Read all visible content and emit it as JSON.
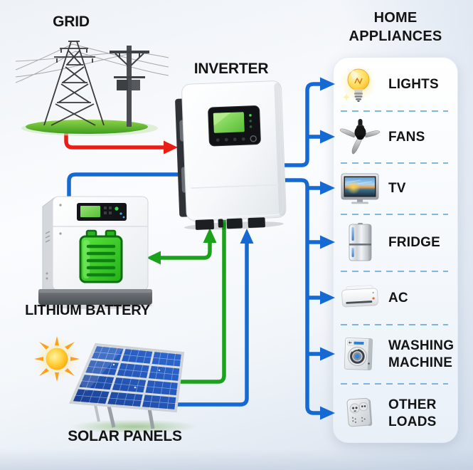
{
  "colors": {
    "line_red": "#ea1d15",
    "line_blue": "#1569d3",
    "line_green": "#1aa21a",
    "divider_blue": "#5aa6e6",
    "text_dark": "#141414",
    "panel_bg": "#ffffff"
  },
  "nodes": {
    "grid": {
      "label": "GRID"
    },
    "inverter": {
      "label": "INVERTER"
    },
    "battery": {
      "label": "LITHIUM BATTERY"
    },
    "solar": {
      "label": "SOLAR PANELS"
    }
  },
  "appliances": {
    "title": "HOME APPLIANCES",
    "items": [
      {
        "label": "LIGHTS",
        "icon": "light-bulb-icon"
      },
      {
        "label": "FANS",
        "icon": "ceiling-fan-icon"
      },
      {
        "label": "TV",
        "icon": "tv-icon"
      },
      {
        "label": "FRIDGE",
        "icon": "fridge-icon"
      },
      {
        "label": "AC",
        "icon": "air-conditioner-icon"
      },
      {
        "label": "WASHING MACHINE",
        "icon": "washing-machine-icon"
      },
      {
        "label": "OTHER LOADS",
        "icon": "power-socket-icon"
      }
    ]
  },
  "connections": [
    {
      "from": "GRID",
      "to": "INVERTER",
      "color": "red"
    },
    {
      "from": "INVERTER",
      "to": "LITHIUM BATTERY",
      "color": "blue"
    },
    {
      "from": "LITHIUM BATTERY",
      "to": "INVERTER",
      "color": "green",
      "bidirectional": true
    },
    {
      "from": "SOLAR PANELS",
      "to": "INVERTER",
      "color": "green"
    },
    {
      "from": "SOLAR PANELS",
      "to": "INVERTER",
      "color": "blue"
    },
    {
      "from": "INVERTER",
      "to": "HOME APPLIANCES",
      "color": "blue",
      "targets": [
        "LIGHTS",
        "FANS",
        "TV",
        "FRIDGE",
        "AC",
        "WASHING MACHINE",
        "OTHER LOADS"
      ]
    }
  ]
}
